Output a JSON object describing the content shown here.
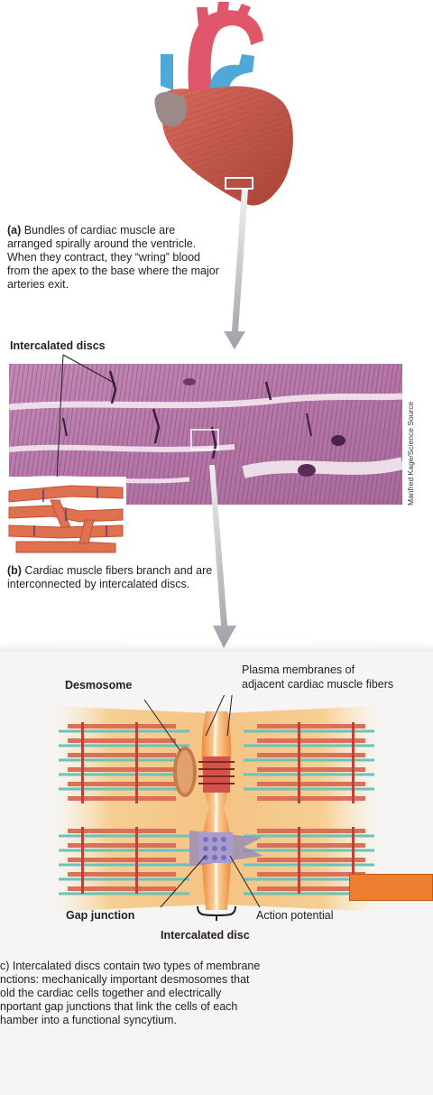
{
  "panel_a": {
    "tag": "(a)",
    "text": "Bundles of cardiac muscle are arranged spirally around the ventricle. When they contract, they “wring” blood from the apex to the base where the major arteries exit."
  },
  "panel_b": {
    "heading": "Intercalated discs",
    "credit": "Manfred Kage/Science Source",
    "tag": "(b)",
    "text": "Cardiac muscle fibers branch and are interconnected by intercalated discs."
  },
  "panel_c": {
    "desmosome": "Desmosome",
    "plasma_line1": "Plasma membranes of",
    "plasma_line2": "adjacent cardiac muscle fibers",
    "gap_junction": "Gap junction",
    "action_potential": "Action potential",
    "intercalated_disc": "Intercalated disc",
    "caption_line1": "c)  Intercalated discs contain two types of membrane",
    "caption_line2": "nctions: mechanically important desmosomes that",
    "caption_line3": "old the cardiac cells together and electrically",
    "caption_line4": "nportant gap junctions that link the cells of each",
    "caption_line5": "hamber into a functional syncytium."
  },
  "colors": {
    "heart": "#c7594d",
    "aorta": "#e0566a",
    "vessel_blue": "#4fa8d8",
    "tissue_stain": "#b777a9",
    "cell_bg": "#f6cf93",
    "myofibril": "#d8705a",
    "filament": "#66c3be",
    "arrow_gray": "#a7aaad",
    "orange_box": "#ed7d31"
  }
}
